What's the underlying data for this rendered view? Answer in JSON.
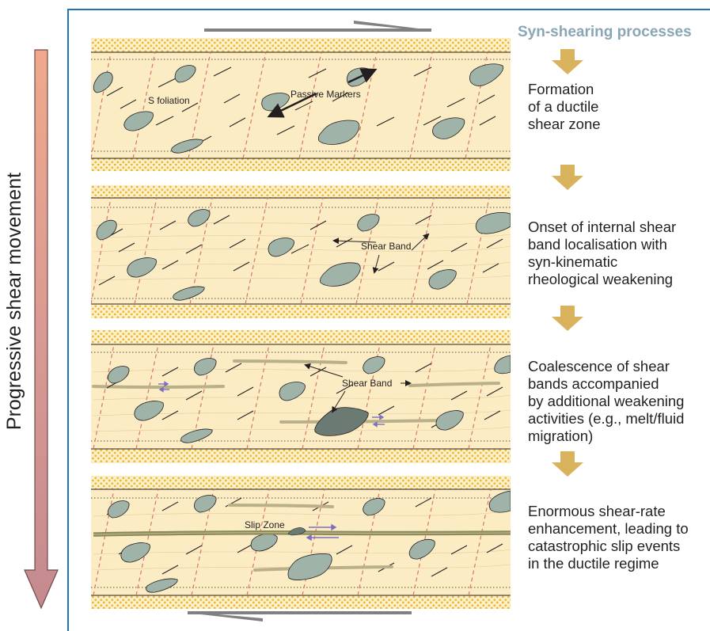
{
  "figure": {
    "vertical_label": "Progressive shear movement",
    "side_title": "Syn-shearing processes",
    "stages": [
      {
        "text": "Formation\nof a ductile\nshear zone"
      },
      {
        "text": "Onset of internal shear\nband localisation with\nsyn-kinematic\nrheological weakening"
      },
      {
        "text": "Coalescence of shear\nbands accompanied\nby additional weakening\nactivities  (e.g., melt/fluid\nmigration)"
      },
      {
        "text": "Enormous shear-rate\nenhancement, leading to\ncatastrophic slip events\nin the ductile regime"
      }
    ],
    "panel_labels": {
      "s_foliation": "S foliation",
      "passive_markers": "Passive Markers",
      "shear_band_1": "Shear Band",
      "shear_band_2": "Shear Band",
      "slip_zone": "Slip Zone"
    }
  },
  "colors": {
    "panel_fill": "#fcecc4",
    "sand_dot": "#f0be36",
    "clast_fill": "#9fb3a8",
    "clast_dark": "#6b7b74",
    "red_dash": "#d97566",
    "shear_band": "#b9b08a",
    "slip_zone": "#8b8a5a",
    "down_arrow": "#d9b25e",
    "frame_blue": "#1f74b8",
    "title_grey": "#8aa6b4",
    "purple_arrow": "#7d6fbf",
    "shear_arrow_grey": "#808080"
  }
}
